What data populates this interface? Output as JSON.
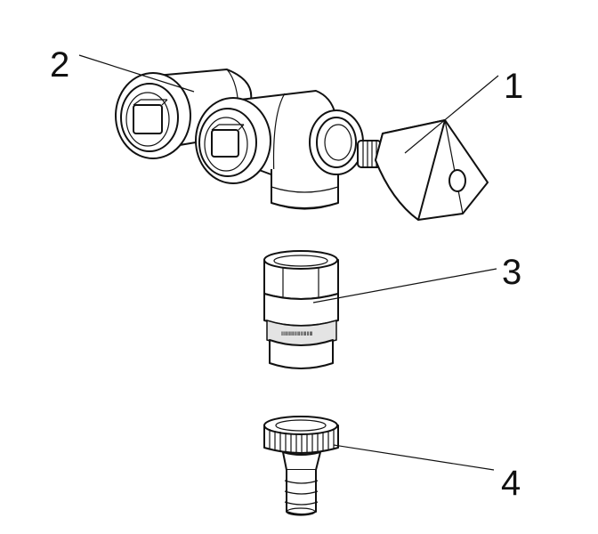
{
  "diagram": {
    "callouts": [
      {
        "id": "1",
        "label": "1"
      },
      {
        "id": "2",
        "label": "2"
      },
      {
        "id": "3",
        "label": "3"
      },
      {
        "id": "4",
        "label": "4"
      }
    ]
  },
  "colors": {
    "line": "#111111",
    "background": "#ffffff",
    "shade": "#e4e4e4"
  }
}
